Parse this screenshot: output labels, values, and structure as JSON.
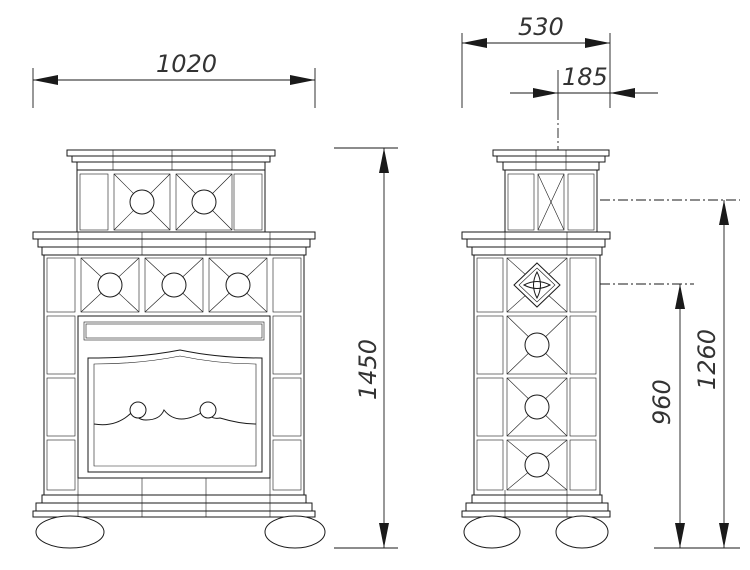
{
  "dimensions": {
    "front_width": "1020",
    "side_depth": "530",
    "top_offset": "185",
    "total_height": "1450",
    "upper_level_height": "1260",
    "lower_level_height": "960"
  },
  "colors": {
    "line": "#1a1a1a",
    "text": "#333333",
    "background": "#ffffff"
  }
}
